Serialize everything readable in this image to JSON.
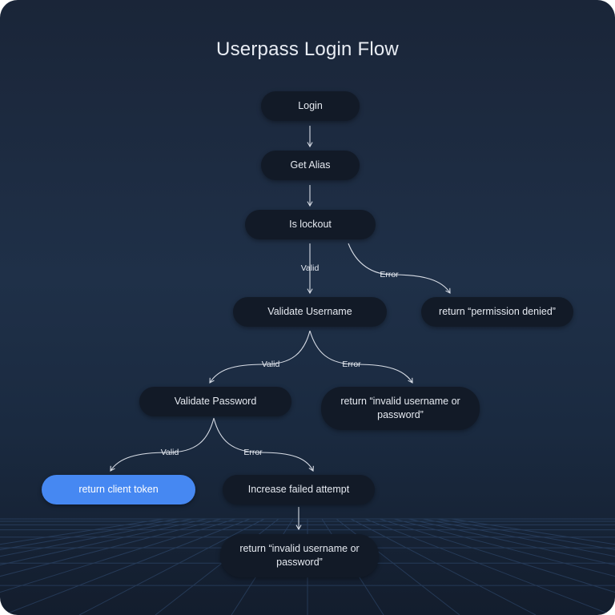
{
  "diagram": {
    "title": "Userpass Login Flow",
    "colors": {
      "node_fill": "#121a27",
      "node_text": "#e6eaf1",
      "accent": "#4688f2",
      "edge": "#d8dde6"
    },
    "nodes": {
      "login": "Login",
      "get_alias": "Get Alias",
      "is_lockout": "Is lockout",
      "validate_username": "Validate Username",
      "permission_denied": "return “permission denied”",
      "validate_password": "Validate Password",
      "invalid_1": "return “invalid username or password”",
      "client_token": "return client token",
      "increase_failed": "Increase failed attempt",
      "invalid_2": "return “invalid username or password”"
    },
    "edge_labels": {
      "lockout_valid": "Valid",
      "lockout_error": "Error",
      "username_valid": "Valid",
      "username_error": "Error",
      "password_valid": "Valid",
      "password_error": "Error"
    }
  }
}
